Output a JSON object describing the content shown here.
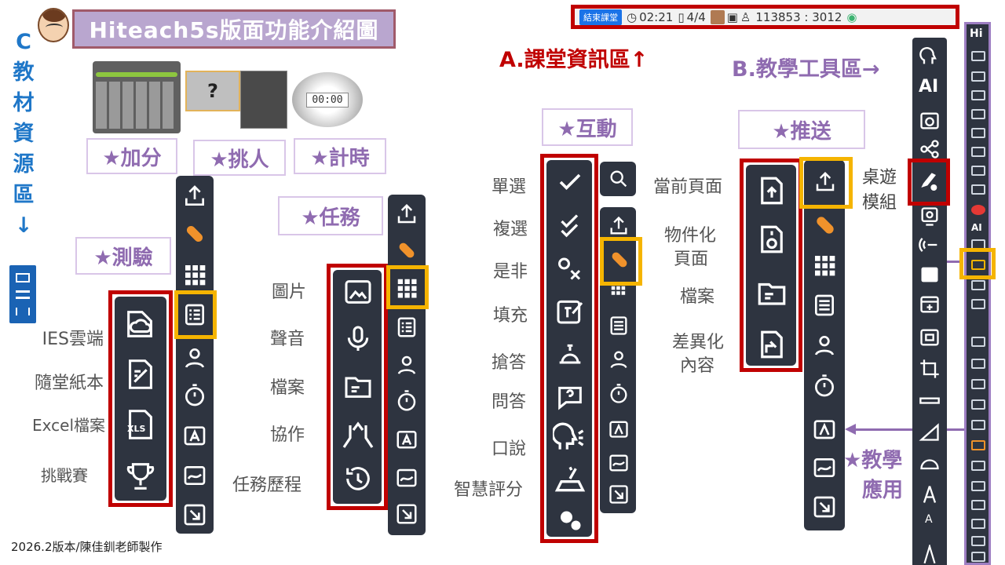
{
  "title": "Hiteach5s版面功能介紹圖",
  "left_vertical_title": [
    "C",
    "教",
    "材",
    "資",
    "源",
    "區",
    "↓"
  ],
  "section_a": "A.課堂資訊區↑",
  "section_b": "B.教學工具區→",
  "top_bar": {
    "end_class": "結束課堂",
    "timer": "02:21",
    "pages": "4/4",
    "score": "113853 : 3012"
  },
  "tools": {
    "plus": "★加分",
    "pick": "★挑人",
    "timer": "★計時",
    "quiz": "★測驗",
    "task": "★任務",
    "interact": "★互動",
    "push": "★推送",
    "teaching_app": [
      "★教學",
      "應用"
    ]
  },
  "widget_text": {
    "question_mark": "?",
    "clock": "00:00"
  },
  "quiz_labels": [
    "IES雲端",
    "隨堂紙本",
    "Excel檔案",
    "挑戰賽"
  ],
  "task_labels": [
    "圖片",
    "聲音",
    "檔案",
    "協作",
    "任務歷程"
  ],
  "interact_labels": [
    "單選",
    "複選",
    "是非",
    "填充",
    "搶答",
    "問答",
    "口說",
    "智慧評分"
  ],
  "push_labels": [
    "當前頁面",
    "物件化",
    "頁面",
    "檔案",
    "差異化",
    "內容"
  ],
  "board_game": [
    "桌遊",
    "模組"
  ],
  "xls_text": "XLS",
  "ai_text": "AI",
  "hi_text": "Hi",
  "a1_text": "A",
  "footer": "2026.2版本/陳佳釧老師製作"
}
